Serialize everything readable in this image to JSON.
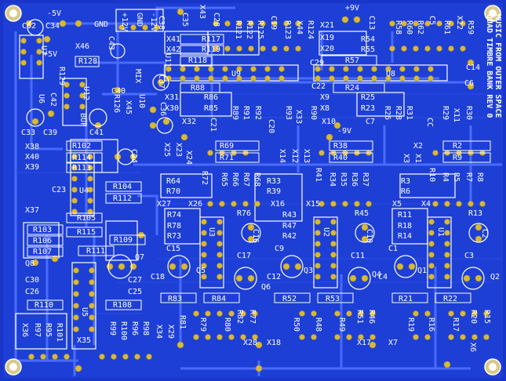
{
  "board": {
    "title_lines": [
      "MUSIC FROM OUTER SPACE",
      "QUAD TIMBRE BANK REV 0"
    ],
    "colors": {
      "background": "#1a36c8",
      "copper": "#3c5cf2",
      "trace": "#5573ff",
      "pad": "#d6b83c",
      "silk": "#ffffff"
    }
  },
  "power_labels": {
    "neg5v": "-5V",
    "gnd": "GND",
    "plus5v": "+5V",
    "plus9v": "+9V",
    "neg9v": "-9V",
    "plus12v": "+12V",
    "gnd_header": "GND",
    "neg12v": "-12V"
  },
  "labels": {
    "c32": "C32",
    "c34": "C34",
    "x46": "X46",
    "u7": "U7",
    "r128": "R128",
    "r129": "R129",
    "u6": "U6",
    "c42": "C42",
    "c39": "C39",
    "c33": "C33",
    "c41": "C41",
    "c43": "C43",
    "u12": "U12",
    "buf": "BUF",
    "r126": "R126",
    "x45": "X45",
    "u10": "U10",
    "mix": "MIX",
    "c40": "C40",
    "c36": "C36",
    "c37": "C37",
    "x43": "X43",
    "c35": "C35",
    "u11": "U11",
    "x41": "X41",
    "x42": "X42",
    "r117": "R117",
    "r119": "R119",
    "r118": "R118",
    "c28": "C28",
    "r121": "R121",
    "r122": "R122",
    "r125": "R125",
    "c19": "C19",
    "r123": "R123",
    "x44": "X44",
    "r124": "R124",
    "c29": "C29",
    "u9": "U9",
    "c38": "C38",
    "r88": "R88",
    "x31": "X31",
    "x30": "X30",
    "x32": "X32",
    "r86": "R86",
    "r85": "R85",
    "c21": "C21",
    "r89": "R89",
    "r91": "R91",
    "r92": "R92",
    "c20": "C20",
    "r93": "R93",
    "x33": "X33",
    "r90": "R90",
    "c22": "C22",
    "x21": "X21",
    "x19": "X19",
    "x20": "X20",
    "r54": "R54",
    "r55": "R55",
    "c13": "C13",
    "r58": "R58",
    "r60": "R60",
    "r62": "R62",
    "c5": "C5",
    "r61": "R61",
    "r59": "R59",
    "x22": "X22",
    "r57": "R57",
    "u8": "U8",
    "c14": "C14",
    "r24": "R24",
    "x9": "X9",
    "x8": "X8",
    "x10": "X10",
    "r25": "R25",
    "r23": "R23",
    "c6": "C6",
    "r26": "R26",
    "r28": "R28",
    "r31": "R31",
    "c7": "C7",
    "cc": "CC",
    "r29": "R29",
    "x11": "X11",
    "r30": "R30",
    "x38": "X38",
    "x40": "X40",
    "x39": "X39",
    "r102": "R102",
    "r114": "R114",
    "r113": "R113",
    "c24": "C24",
    "x25": "X25",
    "x23": "X23",
    "x24": "X24",
    "r69": "R69",
    "r71": "R71",
    "r72": "R72",
    "x14": "X14",
    "x12": "X12",
    "x13": "X13",
    "r38": "R38",
    "r40": "R40",
    "r41": "R41",
    "x2": "X2",
    "x3": "X3",
    "x1": "X1",
    "r2": "R2",
    "r9": "R9",
    "c23": "C23",
    "u4": "U4",
    "r104": "R104",
    "r112": "R112",
    "r64": "R64",
    "r70": "R70",
    "r65": "R65",
    "r66": "R66",
    "r67": "R67",
    "r68": "R68",
    "r33": "R33",
    "r39": "R39",
    "r34": "R34",
    "r35": "R35",
    "r36": "R36",
    "r37": "R37",
    "r3": "R3",
    "r6": "R6",
    "r10": "R10",
    "r4": "R4",
    "r5": "R5",
    "r7": "R7",
    "r8": "R8",
    "x37": "X37",
    "r105": "R105",
    "x27": "X27",
    "x26": "X26",
    "r74": "R74",
    "r76": "R76",
    "x16": "X16",
    "x15": "X15",
    "r43": "R43",
    "r45": "R45",
    "x5": "X5",
    "x4": "X4",
    "r11": "R11",
    "r13": "R13",
    "r103": "R103",
    "r115": "R115",
    "r78": "R78",
    "u3": "U3",
    "r47": "R47",
    "u2": "U2",
    "r18": "R18",
    "u1": "U1",
    "r106": "R106",
    "r109": "R109",
    "r73": "R73",
    "c16": "C16",
    "r42": "R42",
    "c10": "C10",
    "r14": "R14",
    "c2": "C2",
    "r107": "R107",
    "c15": "C15",
    "c9": "C9",
    "c1": "C1",
    "q8": "Q8",
    "r111": "R111",
    "q7": "Q7",
    "c17": "C17",
    "c11": "C11",
    "c3": "C3",
    "c18": "C18",
    "q5": "Q5",
    "c12": "C12",
    "q3": "Q3",
    "c4": "C4",
    "q1": "Q1",
    "q4": "Q4",
    "q2": "Q2",
    "c30": "C30",
    "c26": "C26",
    "c27": "C27",
    "c25": "C25",
    "q6": "Q6",
    "r83": "R83",
    "r84": "R84",
    "r52": "R52",
    "r53": "R53",
    "r21": "R21",
    "r22": "R22",
    "r110": "R110",
    "r108": "R108",
    "u5": "U5",
    "r81": "R81",
    "r79": "R79",
    "r80": "R80",
    "r82": "R82",
    "r77": "R77",
    "r50": "R50",
    "r48": "R48",
    "r49": "R49",
    "r51": "R51",
    "r46": "R46",
    "r19": "R19",
    "r16": "R16",
    "r17": "R17",
    "r20": "R20",
    "r15": "R15",
    "x36": "X36",
    "r97": "R97",
    "r95": "R95",
    "r101": "R101",
    "x35": "X35",
    "r99": "R99",
    "r100": "R100",
    "r96": "R96",
    "r98": "R98",
    "x34": "X34",
    "x29": "X29",
    "x28": "X28",
    "x18": "X18",
    "x17": "X17",
    "x7": "X7",
    "x6": "X6"
  }
}
